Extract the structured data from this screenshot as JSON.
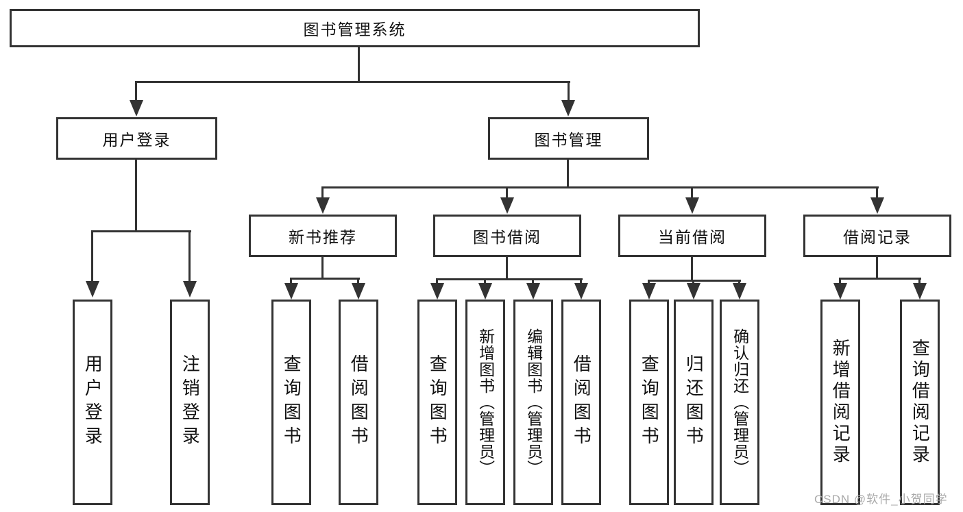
{
  "colors": {
    "line": "#333333",
    "text": "#111111",
    "background": "#ffffff",
    "watermark": "#a9a9a9"
  },
  "watermark": {
    "text": "CSDN @软件_小贺同学"
  },
  "tree": {
    "root": {
      "label": "图书管理系统",
      "children": [
        {
          "label": "用户登录",
          "children": [
            {
              "label": "用户登录"
            },
            {
              "label": "注销登录"
            }
          ]
        },
        {
          "label": "图书管理",
          "children": [
            {
              "label": "新书推荐",
              "children": [
                {
                  "label": "查询图书"
                },
                {
                  "label": "借阅图书"
                }
              ]
            },
            {
              "label": "图书借阅",
              "children": [
                {
                  "label": "查询图书"
                },
                {
                  "label": "新增图书（管理员）"
                },
                {
                  "label": "编辑图书（管理员）"
                },
                {
                  "label": "借阅图书"
                }
              ]
            },
            {
              "label": "当前借阅",
              "children": [
                {
                  "label": "查询图书"
                },
                {
                  "label": "归还图书"
                },
                {
                  "label": "确认归还（管理员）"
                }
              ]
            },
            {
              "label": "借阅记录",
              "children": [
                {
                  "label": "新增借阅记录"
                },
                {
                  "label": "查询借阅记录"
                }
              ]
            }
          ]
        }
      ]
    }
  }
}
